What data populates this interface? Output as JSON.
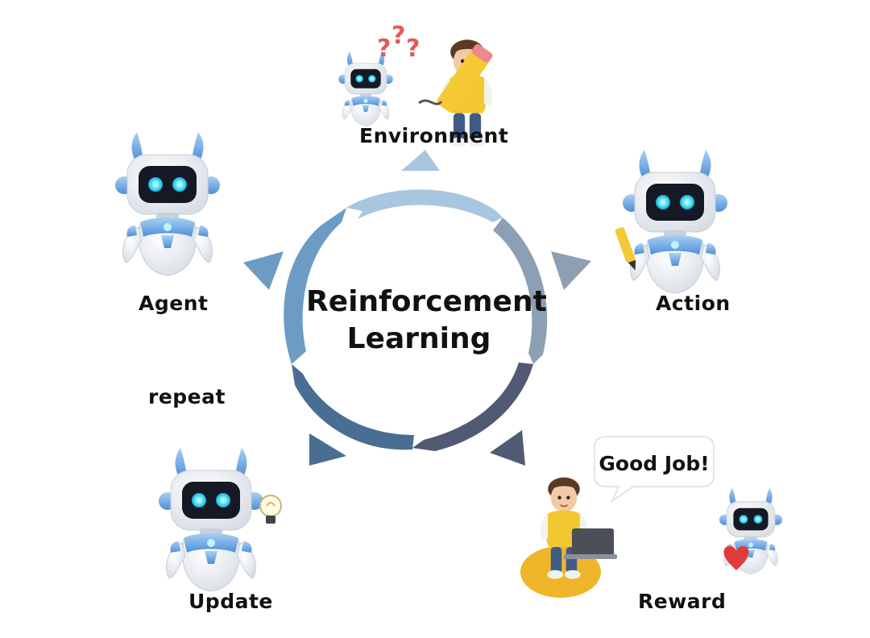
{
  "diagram": {
    "center_title_line1": "Reinforcement",
    "center_title_line2": "Learning",
    "stages": {
      "environment": "Environment",
      "action": "Action",
      "reward": "Reward",
      "update": "Update",
      "agent": "Agent"
    },
    "loop_note": "repeat",
    "speech_bubble": "Good Job!",
    "colors": {
      "ring_segments": [
        "#a9c6e0",
        "#8d9fb3",
        "#515a73",
        "#4a6d93",
        "#6c9cc4"
      ],
      "arrowheads": [
        "#a9c6e0",
        "#8d9fb3",
        "#515a73",
        "#4a6d93",
        "#6c9cc4"
      ],
      "robot_body": "#f2f4f7",
      "robot_accent": "#7fb4ea",
      "robot_eyes": "#4de3f5",
      "heart": "#e03a3a",
      "question_marks": "#e35b5b",
      "beanbag": "#f0b52a"
    },
    "icons": [
      "robot-icon",
      "child-icon",
      "pencil-icon",
      "lightbulb-icon",
      "laptop-icon",
      "heart-icon",
      "question-marks-icon"
    ]
  }
}
